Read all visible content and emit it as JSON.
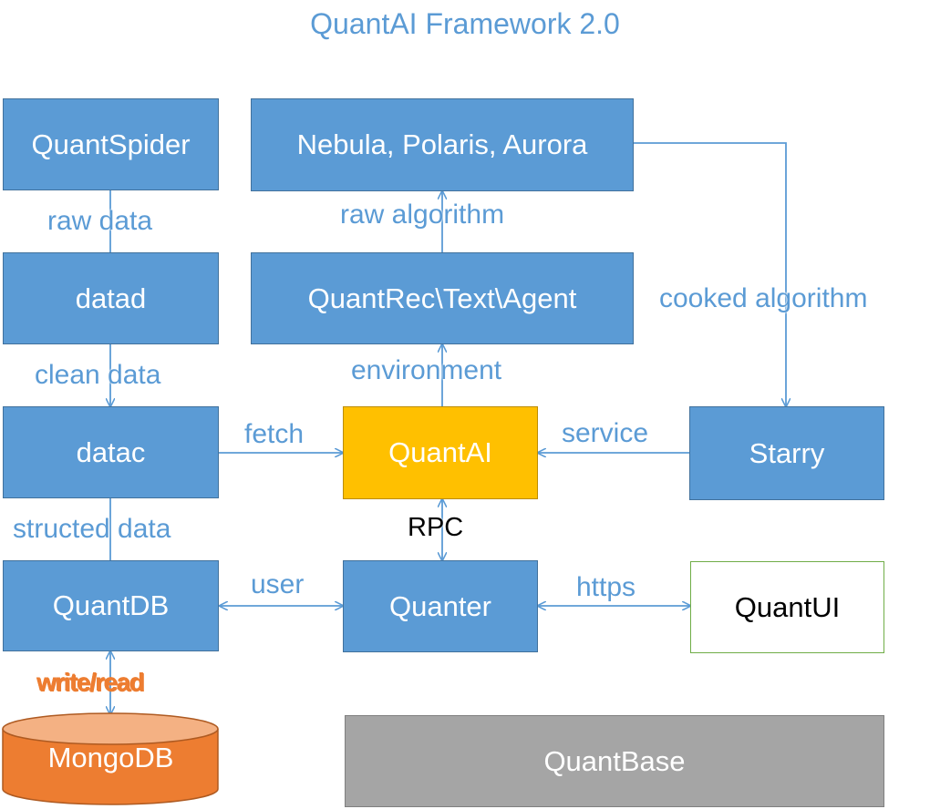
{
  "title": "QuantAI Framework 2.0",
  "nodes": {
    "quantspider": "QuantSpider",
    "datad": "datad",
    "datac": "datac",
    "quantdb": "QuantDB",
    "mongodb": "MongoDB",
    "nebula": "Nebula, Polaris, Aurora",
    "quantrec": "QuantRec\\Text\\Agent",
    "quantai": "QuantAI",
    "quanter": "Quanter",
    "starry": "Starry",
    "quantui": "QuantUI",
    "quantbase": "QuantBase"
  },
  "edges": {
    "raw_data": "raw data",
    "clean_data": "clean data",
    "structed_data": "structed data",
    "write_read": "write/read",
    "raw_algorithm": "raw algorithm",
    "environment": "environment",
    "cooked_algorithm": "cooked algorithm",
    "fetch": "fetch",
    "service": "service",
    "rpc": "RPC",
    "user": "user",
    "https": "https"
  },
  "colors": {
    "node_blue": "#5b9bd5",
    "node_yellow": "#ffc000",
    "node_orange": "#ed7d31",
    "node_gray": "#a5a5a5",
    "ui_border_green": "#70ad47",
    "label_blue": "#5b9bd5",
    "label_orange": "#ed7d31"
  }
}
